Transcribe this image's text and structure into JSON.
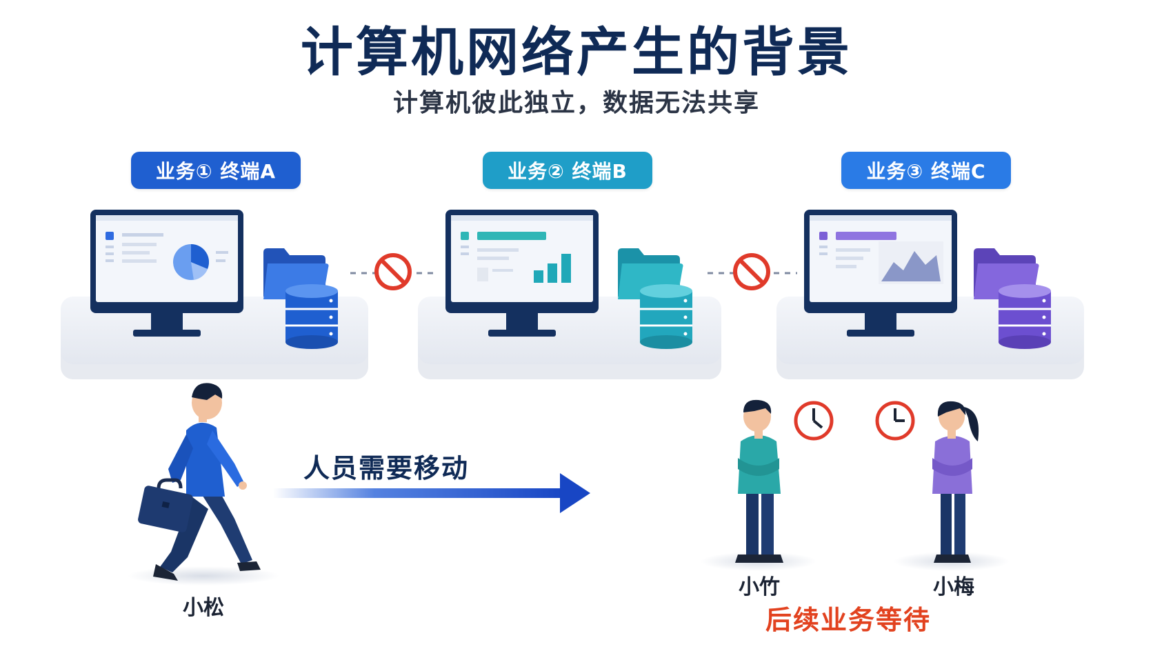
{
  "title": "计算机网络产生的背景",
  "subtitle": "计算机彼此独立，数据无法共享",
  "terminals": [
    {
      "label": "业务① 终端A",
      "accent": "#1f5fd0"
    },
    {
      "label": "业务② 终端B",
      "accent": "#1f9ec8"
    },
    {
      "label": "业务③ 终端C",
      "accent": "#7b5fd6"
    }
  ],
  "people": {
    "walker": "小松",
    "waiting1": "小竹",
    "waiting2": "小梅"
  },
  "move_label": "人员需要移动",
  "wait_label": "后续业务等待",
  "icons": [
    "monitor-icon",
    "folder-icon",
    "database-icon",
    "prohibited-icon",
    "clock-icon",
    "briefcase-icon",
    "arrow-right-icon"
  ]
}
